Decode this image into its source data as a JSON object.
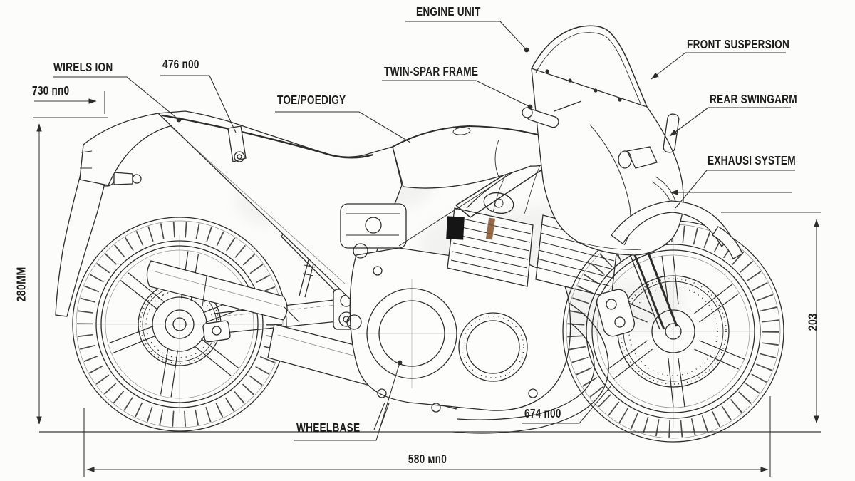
{
  "diagram": {
    "type": "motorcycle technical blueprint, side view line art",
    "part_labels": {
      "engine_unit": "ENGINE UNIT",
      "twin_spar_frame": "TWIN-SPAR FRAME",
      "toe_poedigy": "TOE/POEDIGY",
      "wirels_ion": "WIRELS ION",
      "front_suspension": "FRONT SUSPERSION",
      "rear_swingarm": "REAR SWINGARM",
      "exhaust_system": "EXHAUSI SYSTEM",
      "wheelbase": "WHEELBASE"
    },
    "dimensions": {
      "dim_476": "476 п00",
      "dim_730": "730 пп0",
      "dim_674": "674 п00",
      "dim_580": "580 мп0",
      "dim_280": "280MM",
      "dim_203": "203"
    },
    "colors": {
      "line": "#2d2d2d",
      "background": "#fcfcfb",
      "accent_black_patch": "#151515",
      "accent_rust_patch": "#8a5a37"
    }
  }
}
